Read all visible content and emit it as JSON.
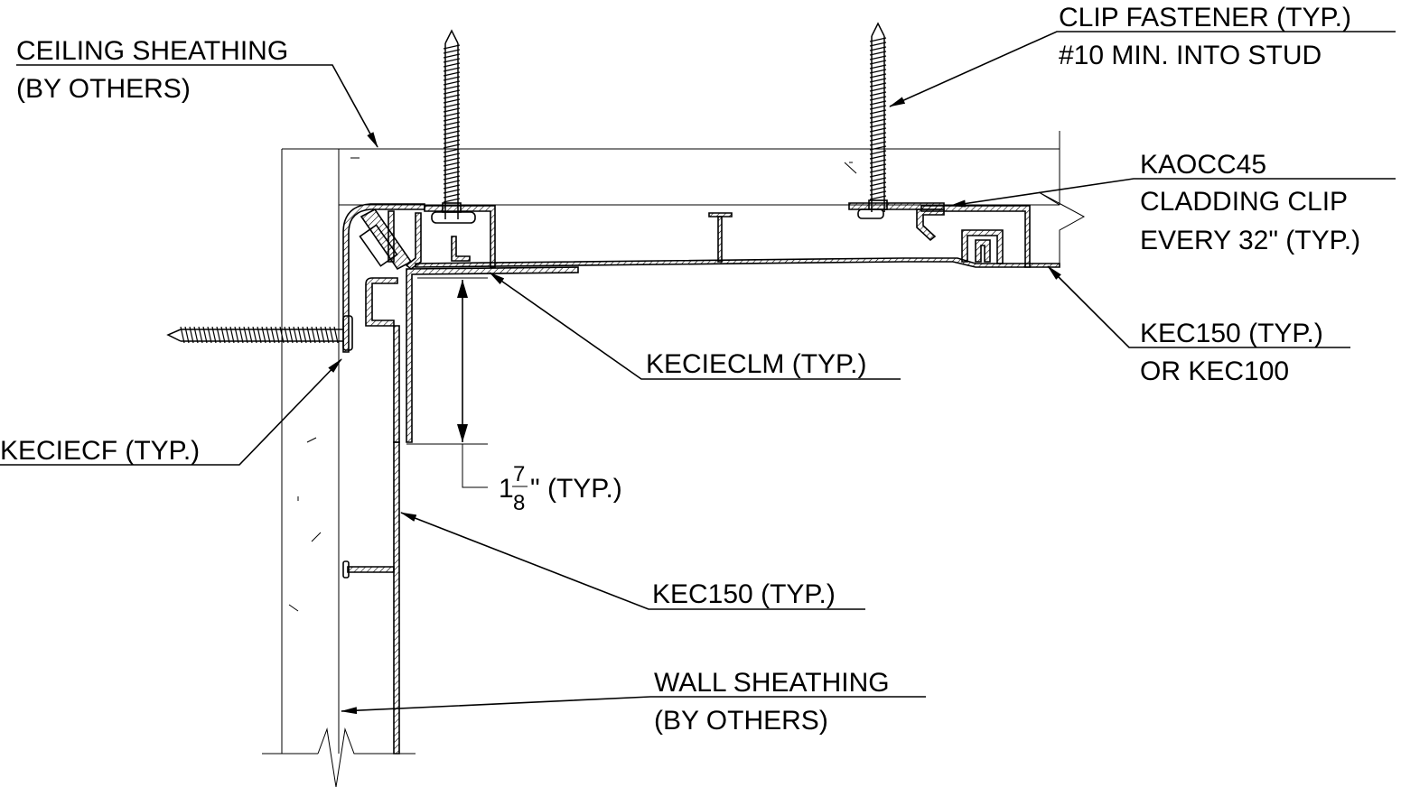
{
  "labels": {
    "ceiling_sheathing_1": "CEILING SHEATHING",
    "ceiling_sheathing_2": "(BY OTHERS)",
    "clip_fastener_1": "CLIP FASTENER (TYP.)",
    "clip_fastener_2": "#10 MIN. INTO STUD",
    "kaocc45_1": "KAOCC45",
    "kaocc45_2": "CLADDING CLIP",
    "kaocc45_3": "EVERY 32\" (TYP.)",
    "kec150_top_1": "KEC150 (TYP.)",
    "kec150_top_2": "OR KEC100",
    "kecieclm": "KECIECLM (TYP.)",
    "keciecf": "KECIECF (TYP.)",
    "dimension_whole": "1",
    "dimension_num": "7",
    "dimension_den": "8",
    "dimension_suffix": "\" (TYP.)",
    "kec150_wall": "KEC150 (TYP.)",
    "wall_sheathing_1": "WALL SHEATHING",
    "wall_sheathing_2": "(BY OTHERS)"
  },
  "colors": {
    "line": "#000000",
    "background": "#ffffff"
  }
}
